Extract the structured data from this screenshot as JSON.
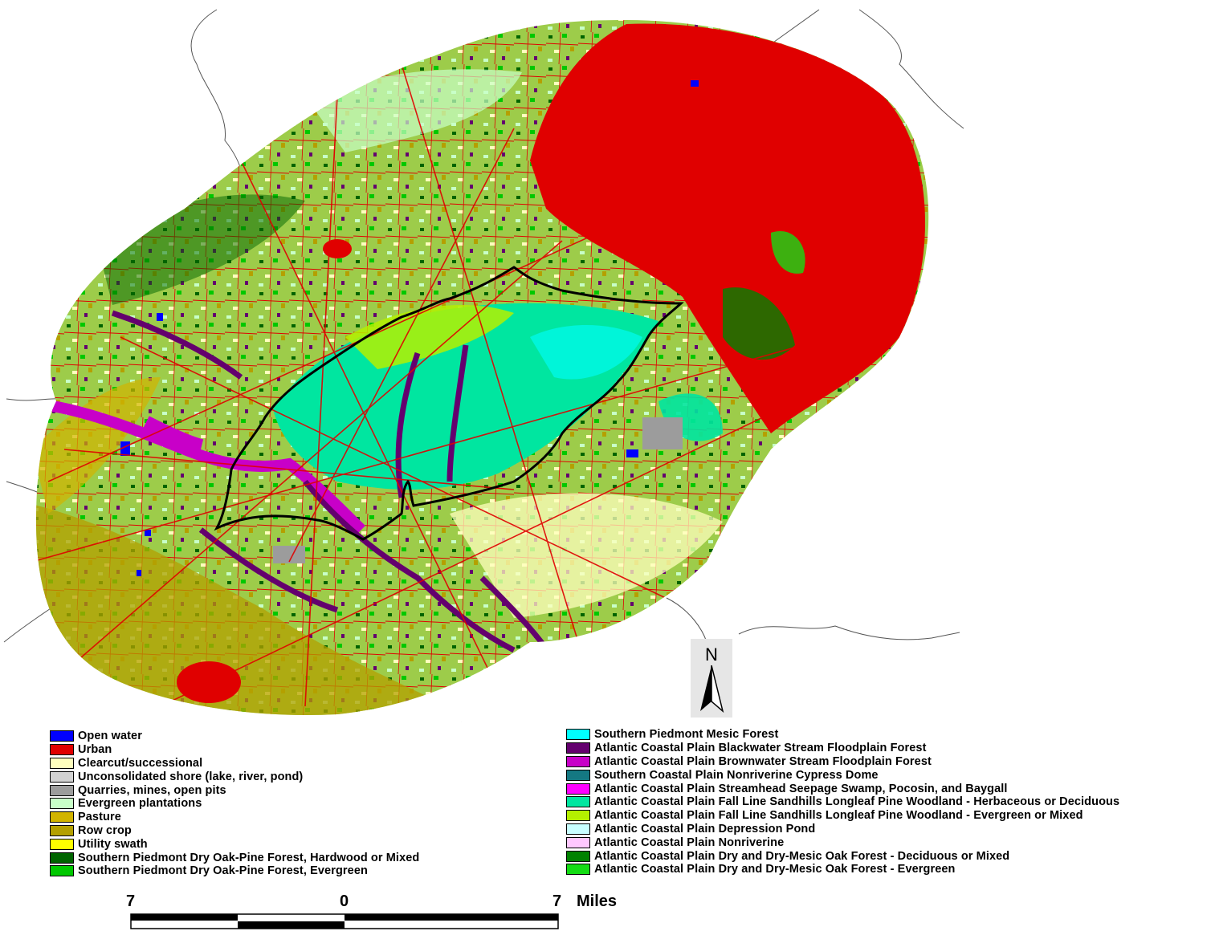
{
  "north_arrow": {
    "label": "N"
  },
  "scale_bar": {
    "left_label": "7",
    "center_label": "0",
    "right_label": "7",
    "unit_label": "Miles"
  },
  "legend_left": [
    {
      "label": "Open water",
      "color": "#0000ff"
    },
    {
      "label": "Urban",
      "color": "#e00000"
    },
    {
      "label": "Clearcut/successional",
      "color": "#ffffbe"
    },
    {
      "label": "Unconsolidated shore (lake, river, pond)",
      "color": "#d2d2d2"
    },
    {
      "label": "Quarries, mines, open pits",
      "color": "#9c9c9c"
    },
    {
      "label": "Evergreen plantations",
      "color": "#c8ffc8"
    },
    {
      "label": "Pasture",
      "color": "#d2b400"
    },
    {
      "label": "Row crop",
      "color": "#b4a000"
    },
    {
      "label": "Utility swath",
      "color": "#ffff00"
    },
    {
      "label": "Southern Piedmont Dry Oak-Pine Forest, Hardwood or Mixed",
      "color": "#006400"
    },
    {
      "label": "Southern Piedmont Dry Oak-Pine Forest, Evergreen",
      "color": "#00c800"
    }
  ],
  "legend_right": [
    {
      "label": "Southern Piedmont Mesic Forest",
      "color": "#00ffff"
    },
    {
      "label": "Atlantic Coastal Plain Blackwater Stream Floodplain Forest",
      "color": "#64006e"
    },
    {
      "label": "Atlantic Coastal Plain Brownwater Stream Floodplain Forest",
      "color": "#c800c8"
    },
    {
      "label": "Southern Coastal Plain Nonriverine Cypress Dome",
      "color": "#147882"
    },
    {
      "label": "Atlantic Coastal Plain Streamhead Seepage Swamp, Pocosin, and Baygall",
      "color": "#ff00ff"
    },
    {
      "label": "Atlantic Coastal Plain Fall Line Sandhills Longleaf Pine Woodland - Herbaceous or Deciduous",
      "color": "#00e6a0"
    },
    {
      "label": "Atlantic Coastal Plain Fall Line Sandhills Longleaf Pine Woodland - Evergreen or Mixed",
      "color": "#b4f000"
    },
    {
      "label": "Atlantic Coastal Plain Depression Pond",
      "color": "#c8ffff"
    },
    {
      "label": "Atlantic Coastal Plain Nonriverine",
      "color": "#ffc8ff"
    },
    {
      "label": "Atlantic Coastal Plain Dry and Dry-Mesic Oak Forest - Deciduous or Mixed",
      "color": "#008200"
    },
    {
      "label": "Atlantic Coastal Plain Dry and Dry-Mesic Oak Forest - Evergreen",
      "color": "#14dc14"
    }
  ]
}
